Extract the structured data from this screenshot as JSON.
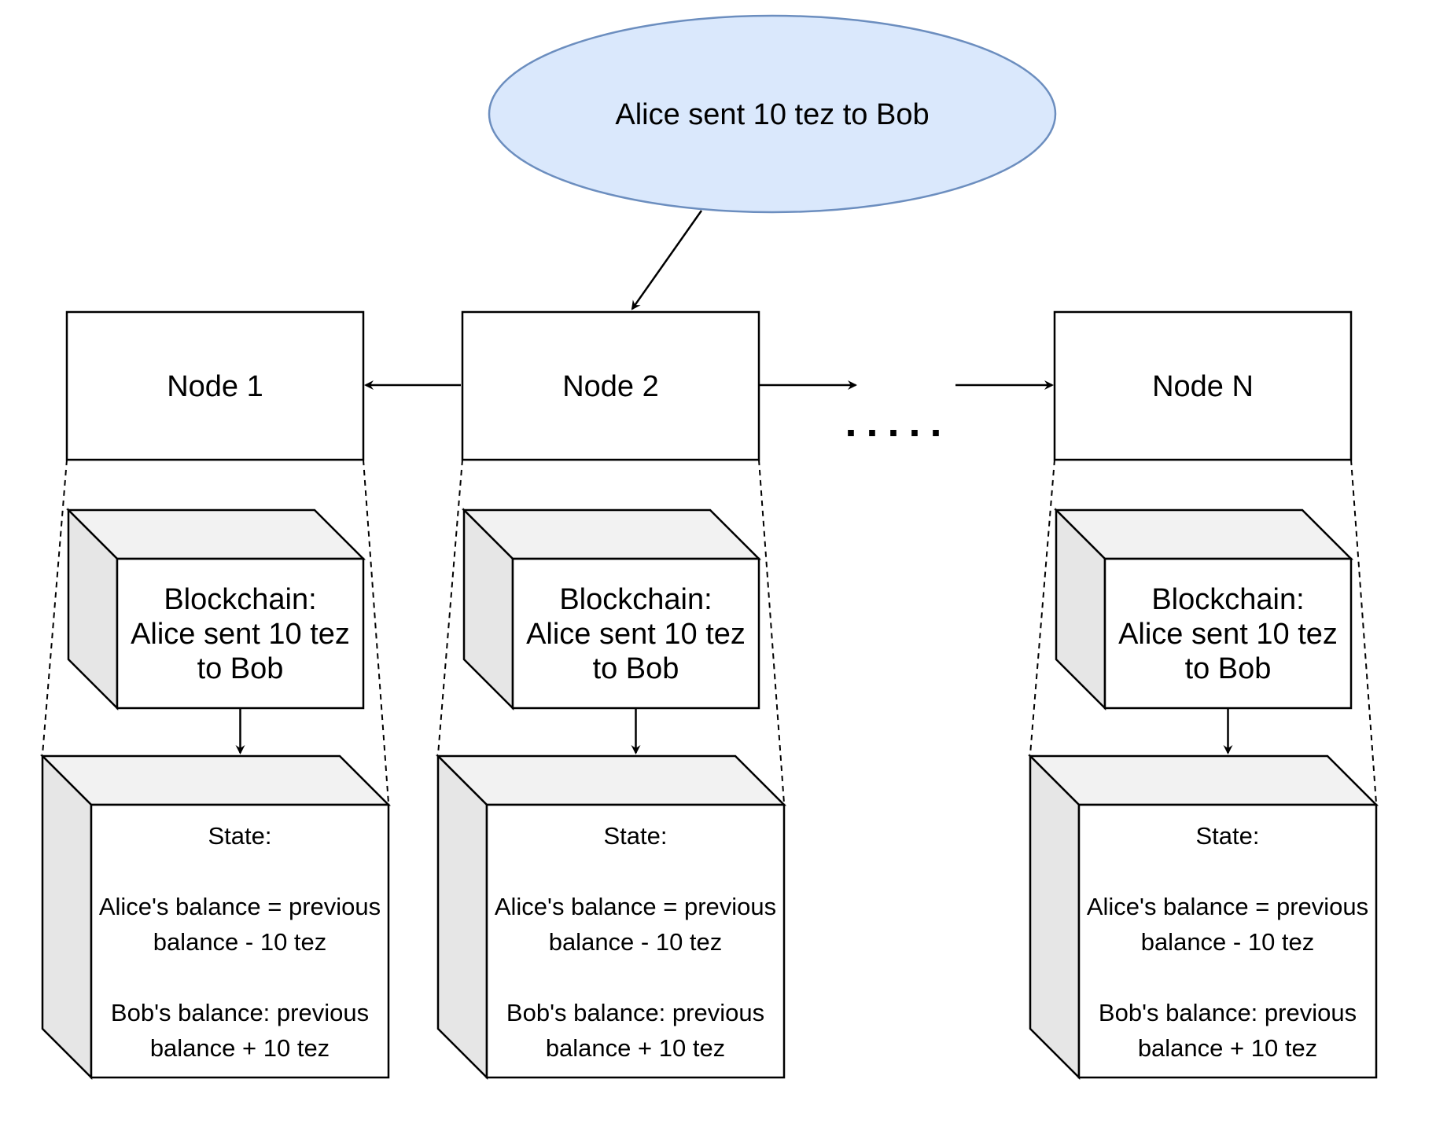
{
  "event": {
    "label": "Alice sent 10 tez to Bob"
  },
  "ellipsis": ".....",
  "nodes": [
    {
      "name": "Node 1",
      "blockchain": [
        "Blockchain:",
        "Alice sent 10 tez",
        "to Bob"
      ],
      "state": [
        "State:",
        "",
        "Alice's balance = previous",
        "balance - 10 tez",
        "",
        "Bob's balance: previous",
        "balance + 10 tez"
      ]
    },
    {
      "name": "Node 2",
      "blockchain": [
        "Blockchain:",
        "Alice sent 10 tez",
        "to Bob"
      ],
      "state": [
        "State:",
        "",
        "Alice's balance = previous",
        "balance - 10 tez",
        "",
        "Bob's balance: previous",
        "balance + 10 tez"
      ]
    },
    {
      "name": "Node N",
      "blockchain": [
        "Blockchain:",
        "Alice sent 10 tez",
        "to Bob"
      ],
      "state": [
        "State:",
        "",
        "Alice's balance = previous",
        "balance - 10 tez",
        "",
        "Bob's balance: previous",
        "balance + 10 tez"
      ]
    }
  ],
  "colors": {
    "event_fill": "#dae8fc",
    "event_stroke": "#6c8ebf",
    "cube_top": "#f2f2f2",
    "cube_side": "#e6e6e6",
    "stroke": "#000000"
  }
}
